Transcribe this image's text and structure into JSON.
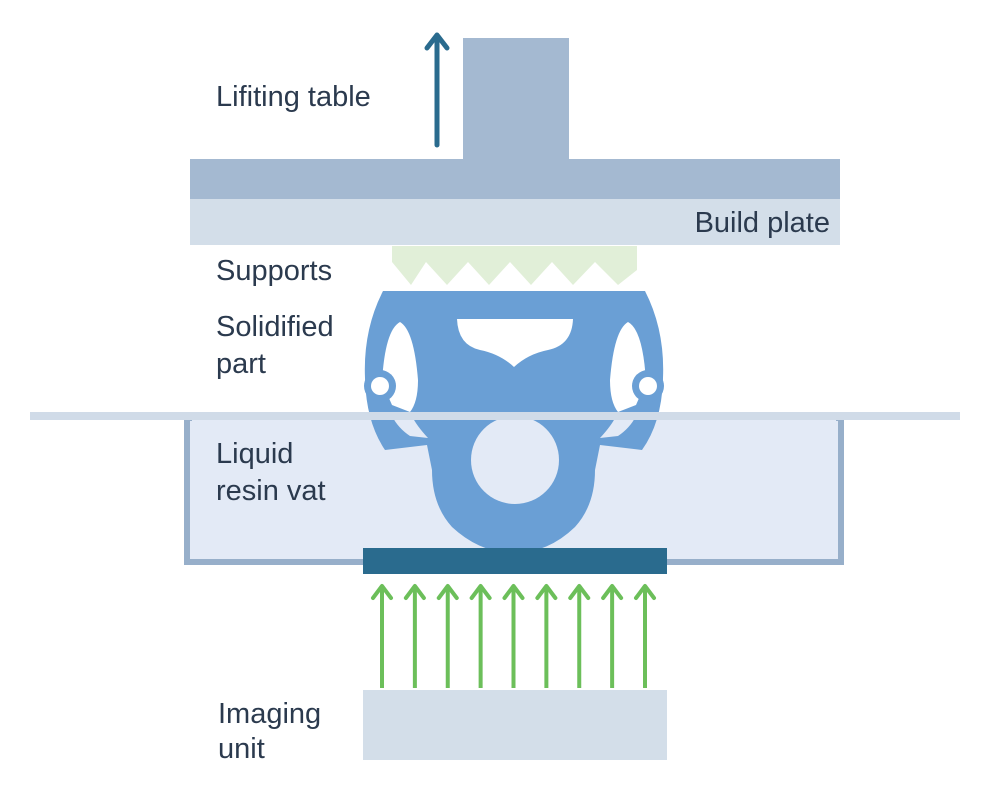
{
  "labels": {
    "lifting_table": "Lifiting table",
    "build_plate": "Build plate",
    "supports": "Supports",
    "solidified_part_line1": "Solidified",
    "solidified_part_line2": "part",
    "liquid_resin_vat_line1": "Liquid",
    "liquid_resin_vat_line2": "resin vat",
    "imaging_unit_line1": "Imaging",
    "imaging_unit_line2": "unit"
  },
  "colors": {
    "lifting_table": "#a4b9d1",
    "build_plate": "#d3dee9",
    "supports": "#e1efd8",
    "part": "#6a9fd5",
    "resin": "#e3eaf6",
    "vat_wall": "#97afca",
    "resin_surface": "#d0dbe8",
    "window": "#2a6b8e",
    "light_arrows": "#6cbf5a",
    "lift_arrow": "#2a6b8e",
    "imaging_unit": "#d3dee9",
    "text": "#2b3a4e"
  },
  "icons": {
    "lift_direction": "arrow-up-icon",
    "uv_light": "arrow-up-icon"
  },
  "light_arrow_count": 9
}
